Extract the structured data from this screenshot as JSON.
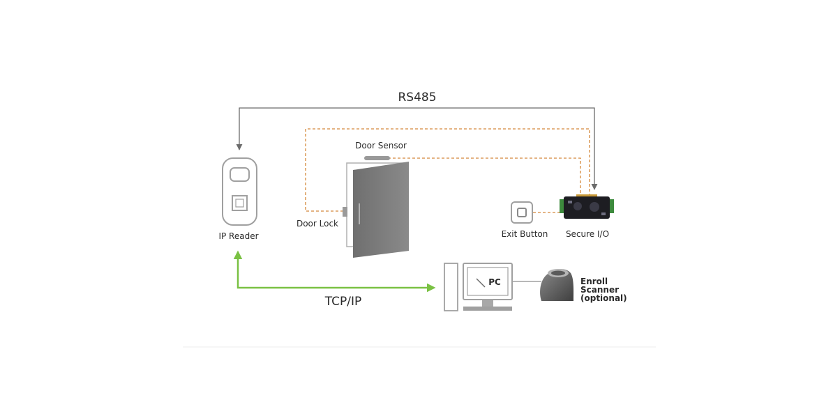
{
  "labels": {
    "rs485": "RS485",
    "tcp_ip": "TCP/IP",
    "door_sensor": "Door Sensor",
    "door_lock": "Door Lock",
    "ip_reader": "IP Reader",
    "exit_button": "Exit Button",
    "secure_io": "Secure I/O",
    "pc": "PC",
    "enroll_scanner": [
      "Enroll",
      "Scanner",
      "(optional)"
    ]
  },
  "colors": {
    "rs485_line": "#6b6b6b",
    "dashed_wiring": "#d4883a",
    "tcp_ip_line": "#7ac143",
    "device_outline": "#a0a0a0",
    "door_fill": "#7f7f7f",
    "secure_io_green": "#3d8a3d"
  }
}
